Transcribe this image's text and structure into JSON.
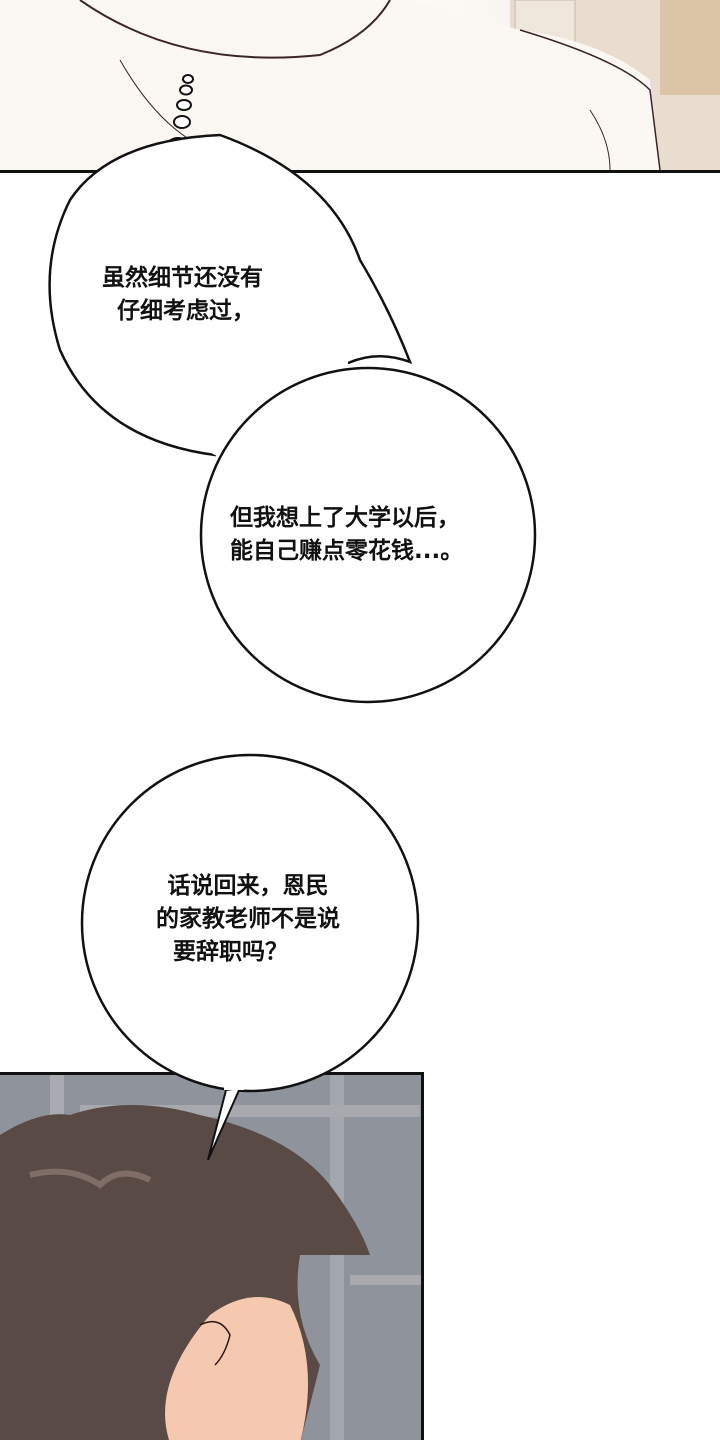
{
  "page": {
    "type": "webcomic-strip",
    "background_color": "#ffffff"
  },
  "panels": {
    "top": {
      "description": "close-up of character wearing white shirt, room background"
    },
    "bottom": {
      "description": "back-of-head view of dark-haired character, window background"
    }
  },
  "bubbles": [
    {
      "kind": "thought",
      "lines": [
        "虽然细节还没有",
        "仔细考虑过，"
      ]
    },
    {
      "kind": "thought",
      "lines": [
        "但我想上了大学以后，",
        "能自己赚点零花钱...。"
      ]
    },
    {
      "kind": "speech",
      "lines": [
        "话说回来，恩民",
        "的家教老师不是说",
        "要辞职吗？"
      ]
    }
  ],
  "colors": {
    "outline": "#111111",
    "hair": "#5a4a45",
    "skin": "#f4c9b0",
    "shirt": "#f8f3ee",
    "window_bg": "#8f939c"
  }
}
